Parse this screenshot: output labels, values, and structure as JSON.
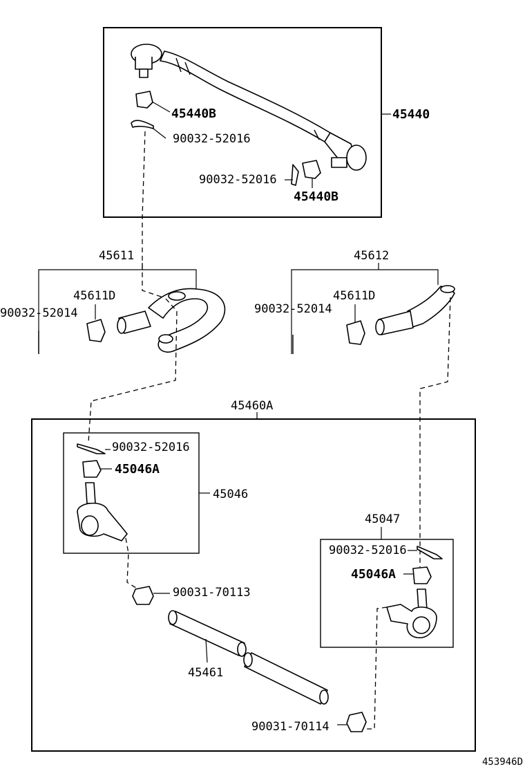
{
  "labels": {
    "assy_drag_link": "45440",
    "nut_top": "45440B",
    "pin_top": "90032-52016",
    "pin_right": "90032-52016",
    "nut_right": "45440B",
    "arm_left": "45611",
    "arm_left_nut": "45611D",
    "arm_left_pin": "90032-52014",
    "arm_right": "45612",
    "arm_right_nut": "45611D",
    "arm_right_pin": "90032-52014",
    "assy_tie_rod": "45460A",
    "end_left_pin": "90032-52016",
    "end_left_nut": "45046A",
    "end_left": "45046",
    "clamp_nut_left": "90031-70113",
    "tube": "45461",
    "end_right": "45047",
    "end_right_pin": "90032-52016",
    "end_right_nut": "45046A",
    "clamp_nut_right": "90031-70114",
    "diagram_id": "453946D"
  }
}
